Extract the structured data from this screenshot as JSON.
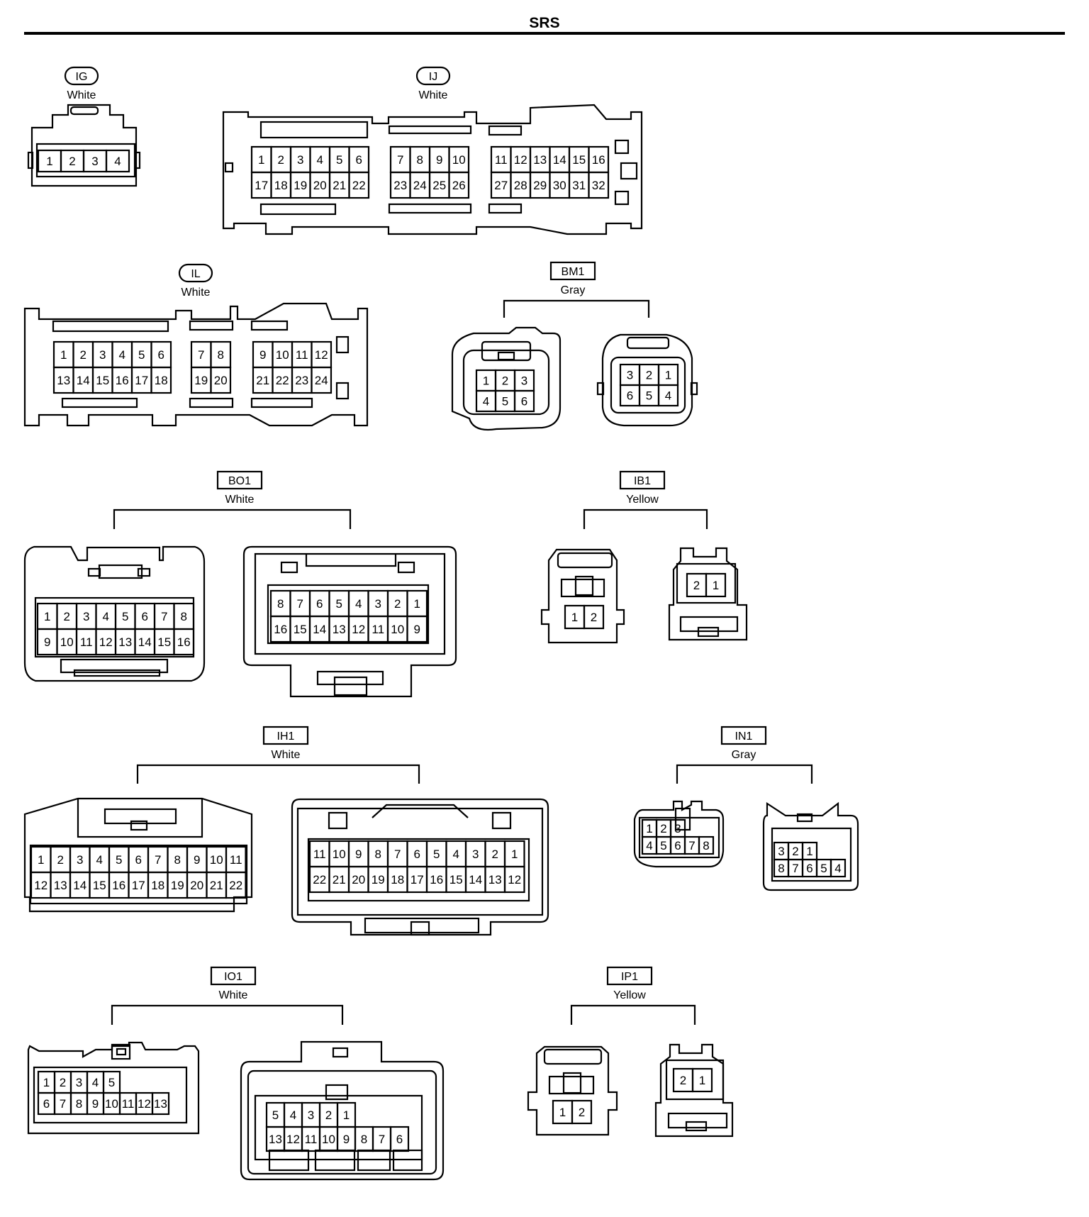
{
  "header": {
    "title": "SRS"
  },
  "connectors": [
    {
      "id": "IG",
      "shape": "oval",
      "color": "White",
      "views": [
        {
          "rows": [
            [
              "1",
              "2",
              "3",
              "4"
            ]
          ]
        }
      ]
    },
    {
      "id": "IJ",
      "shape": "oval",
      "color": "White",
      "views": [
        {
          "groups": [
            {
              "rows": [
                [
                  "1",
                  "2",
                  "3",
                  "4",
                  "5",
                  "6"
                ],
                [
                  "17",
                  "18",
                  "19",
                  "20",
                  "21",
                  "22"
                ]
              ]
            },
            {
              "rows": [
                [
                  "7",
                  "8",
                  "9",
                  "10"
                ],
                [
                  "23",
                  "24",
                  "25",
                  "26"
                ]
              ]
            },
            {
              "rows": [
                [
                  "11",
                  "12",
                  "13",
                  "14",
                  "15",
                  "16"
                ],
                [
                  "27",
                  "28",
                  "29",
                  "30",
                  "31",
                  "32"
                ]
              ]
            }
          ]
        }
      ]
    },
    {
      "id": "IL",
      "shape": "oval",
      "color": "White",
      "views": [
        {
          "groups": [
            {
              "rows": [
                [
                  "1",
                  "2",
                  "3",
                  "4",
                  "5",
                  "6"
                ],
                [
                  "13",
                  "14",
                  "15",
                  "16",
                  "17",
                  "18"
                ]
              ]
            },
            {
              "rows": [
                [
                  "7",
                  "8"
                ],
                [
                  "19",
                  "20"
                ]
              ]
            },
            {
              "rows": [
                [
                  "9",
                  "10",
                  "11",
                  "12"
                ],
                [
                  "21",
                  "22",
                  "23",
                  "24"
                ]
              ]
            }
          ]
        }
      ]
    },
    {
      "id": "BM1",
      "shape": "box",
      "color": "Gray",
      "views": [
        {
          "rows": [
            [
              "1",
              "2",
              "3"
            ],
            [
              "4",
              "5",
              "6"
            ]
          ]
        },
        {
          "rows": [
            [
              "3",
              "2",
              "1"
            ],
            [
              "6",
              "5",
              "4"
            ]
          ]
        }
      ]
    },
    {
      "id": "BO1",
      "shape": "box",
      "color": "White",
      "views": [
        {
          "rows": [
            [
              "1",
              "2",
              "3",
              "4",
              "5",
              "6",
              "7",
              "8"
            ],
            [
              "9",
              "10",
              "11",
              "12",
              "13",
              "14",
              "15",
              "16"
            ]
          ]
        },
        {
          "rows": [
            [
              "8",
              "7",
              "6",
              "5",
              "4",
              "3",
              "2",
              "1"
            ],
            [
              "16",
              "15",
              "14",
              "13",
              "12",
              "11",
              "10",
              "9"
            ]
          ]
        }
      ]
    },
    {
      "id": "IB1",
      "shape": "box",
      "color": "Yellow",
      "views": [
        {
          "rows": [
            [
              "1",
              "2"
            ]
          ]
        },
        {
          "rows": [
            [
              "2",
              "1"
            ]
          ]
        }
      ]
    },
    {
      "id": "IH1",
      "shape": "box",
      "color": "White",
      "views": [
        {
          "rows": [
            [
              "1",
              "2",
              "3",
              "4",
              "5",
              "6",
              "7",
              "8",
              "9",
              "10",
              "11"
            ],
            [
              "12",
              "13",
              "14",
              "15",
              "16",
              "17",
              "18",
              "19",
              "20",
              "21",
              "22"
            ]
          ]
        },
        {
          "rows": [
            [
              "11",
              "10",
              "9",
              "8",
              "7",
              "6",
              "5",
              "4",
              "3",
              "2",
              "1"
            ],
            [
              "22",
              "21",
              "20",
              "19",
              "18",
              "17",
              "16",
              "15",
              "14",
              "13",
              "12"
            ]
          ]
        }
      ]
    },
    {
      "id": "IN1",
      "shape": "box",
      "color": "Gray",
      "views": [
        {
          "rows": [
            [
              "1",
              "2",
              "3"
            ],
            [
              "4",
              "5",
              "6",
              "7",
              "8"
            ]
          ]
        },
        {
          "rows": [
            [
              "3",
              "2",
              "1"
            ],
            [
              "8",
              "7",
              "6",
              "5",
              "4"
            ]
          ]
        }
      ]
    },
    {
      "id": "IO1",
      "shape": "box",
      "color": "White",
      "views": [
        {
          "rows": [
            [
              "1",
              "2",
              "3",
              "4",
              "5"
            ],
            [
              "6",
              "7",
              "8",
              "9",
              "10",
              "11",
              "12",
              "13"
            ]
          ]
        },
        {
          "rows": [
            [
              "5",
              "4",
              "3",
              "2",
              "1"
            ],
            [
              "13",
              "12",
              "11",
              "10",
              "9",
              "8",
              "7",
              "6"
            ]
          ]
        }
      ]
    },
    {
      "id": "IP1",
      "shape": "box",
      "color": "Yellow",
      "views": [
        {
          "rows": [
            [
              "1",
              "2"
            ]
          ]
        },
        {
          "rows": [
            [
              "2",
              "1"
            ]
          ]
        }
      ]
    }
  ]
}
